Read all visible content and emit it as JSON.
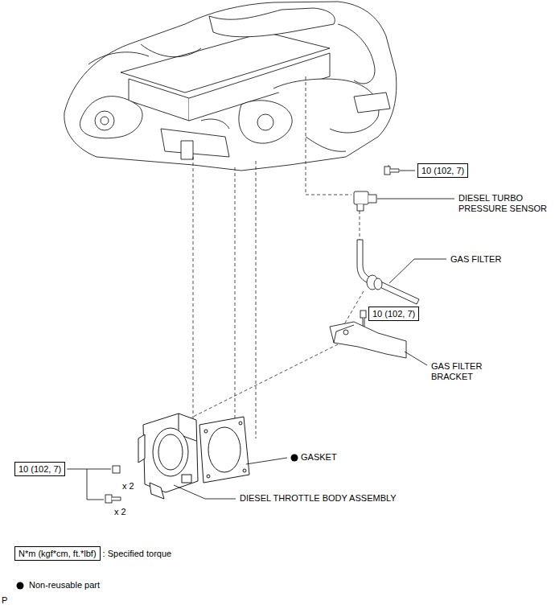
{
  "diagram": {
    "nodes": [
      {
        "text": [
          "10 (102, 7)"
        ]
      },
      {
        "text": [
          "10 (102, 7)"
        ]
      },
      {
        "text": [
          "10 (102, 7)"
        ]
      },
      {
        "text": [
          "N*m (kgf*cm, ft.*lbf)"
        ]
      }
    ],
    "labels": [
      "DIESEL TURBO PRESSURE SENSOR",
      "GAS FILTER",
      "GAS FILTER BRACKET",
      "GASKET",
      "DIESEL THROTTLE BODY ASSEMBLY",
      "x 2",
      "x 2",
      "P"
    ],
    "legend": [
      {
        "text": ": Specified torque"
      },
      {
        "text": "Non-reusable part"
      }
    ]
  }
}
